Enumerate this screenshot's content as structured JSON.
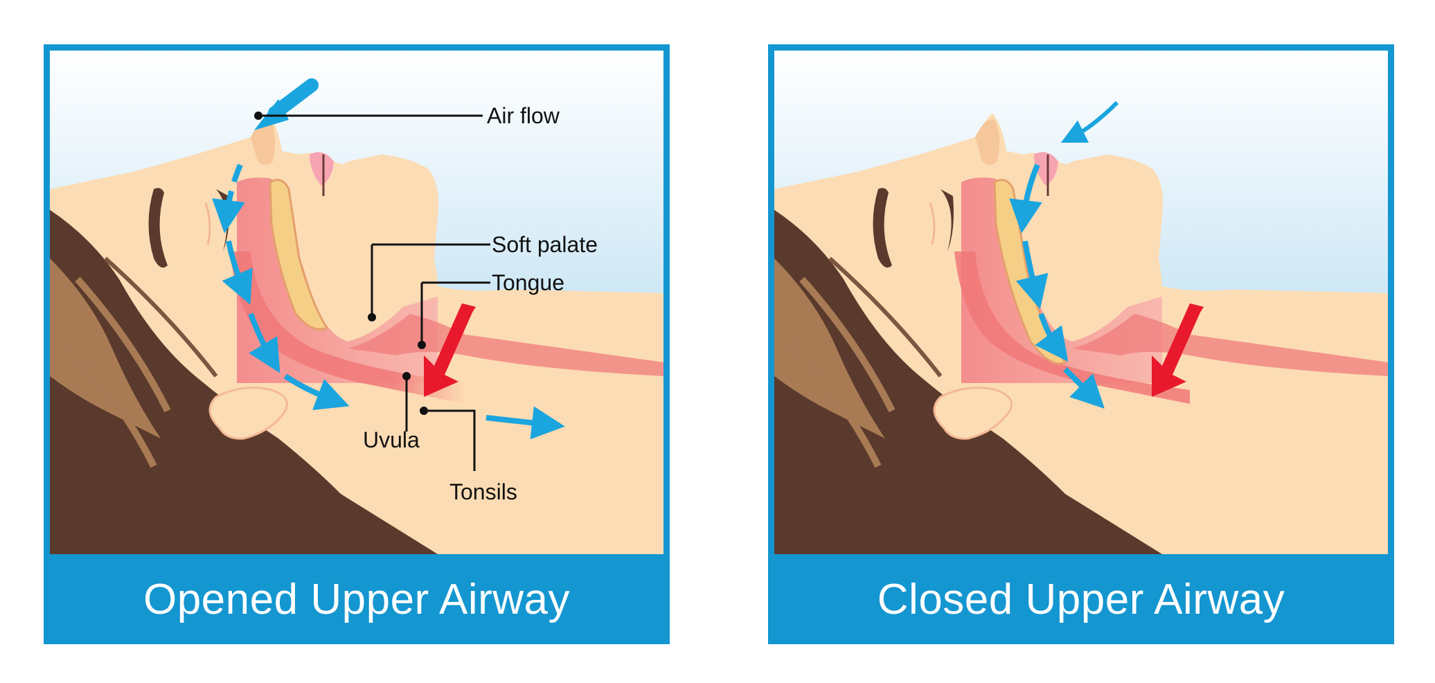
{
  "panels": [
    {
      "caption": "Opened Upper Airway",
      "labels": {
        "air_flow": "Air flow",
        "soft_palate": "Soft palate",
        "tongue": "Tongue",
        "uvula": "Uvula",
        "tonsils": "Tonsils"
      }
    },
    {
      "caption": "Closed Upper Airway"
    }
  ],
  "colors": {
    "frame": "#1496d0",
    "sky_top": "#ffffff",
    "sky_bottom": "#a9d6ee",
    "skin": "#fcdcb4",
    "hair": "#5a3a2c",
    "airway": "#f38a8a",
    "airflow_arrow": "#1aa5df",
    "obstruction_arrow": "#e8192c"
  }
}
